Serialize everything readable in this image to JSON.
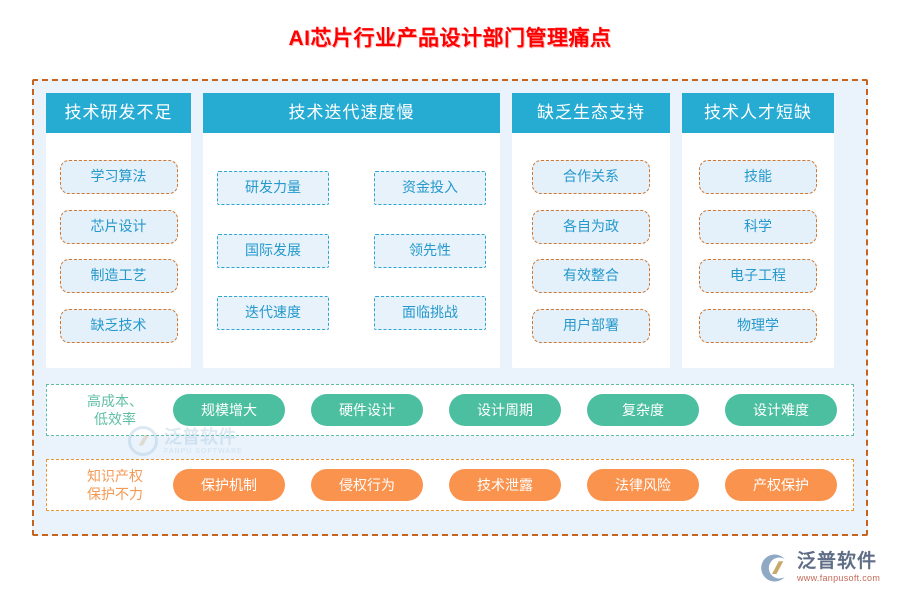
{
  "title": "AI芯片行业产品设计部门管理痛点",
  "columns": [
    {
      "header": "技术研发不足",
      "chip_style": "orange-dashed",
      "items": [
        "学习算法",
        "芯片设计",
        "制造工艺",
        "缺乏技术"
      ]
    },
    {
      "header": "技术迭代速度慢",
      "chip_style": "blue-dashed",
      "items": [
        "研发力量",
        "资金投入",
        "国际发展",
        "领先性",
        "迭代速度",
        "面临挑战"
      ]
    },
    {
      "header": "缺乏生态支持",
      "chip_style": "orange-dashed",
      "items": [
        "合作关系",
        "各自为政",
        "有效整合",
        "用户部署"
      ]
    },
    {
      "header": "技术人才短缺",
      "chip_style": "orange-dashed",
      "items": [
        "技能",
        "科学",
        "电子工程",
        "物理学"
      ]
    }
  ],
  "bands": [
    {
      "label": "高成本、\n低效率",
      "color": "#4CBFA1",
      "border_color": "#5FBFA4",
      "pills": [
        "规模增大",
        "硬件设计",
        "设计周期",
        "复杂度",
        "设计难度"
      ]
    },
    {
      "label": "知识产权\n保护不力",
      "color": "#F9934E",
      "border_color": "#EF9234",
      "pills": [
        "保护机制",
        "侵权行为",
        "技术泄露",
        "法律风险",
        "产权保护"
      ]
    }
  ],
  "watermark": {
    "name": "泛普软件",
    "subtitle": "FANPU SOFTWARE"
  },
  "logo": {
    "name": "泛普软件",
    "url": "www.fanpusoft.com"
  },
  "colors": {
    "title": "#FF0000",
    "header_blue": "#26ABD3",
    "chip_text_blue": "#2599CC",
    "chip_border_orange": "#D2772F",
    "chip_border_blue": "#2BA5D4",
    "frame_border": "#C4641E",
    "frame_bg": "#EAF3FB",
    "green": "#4CBFA1",
    "orange": "#F9934E"
  }
}
